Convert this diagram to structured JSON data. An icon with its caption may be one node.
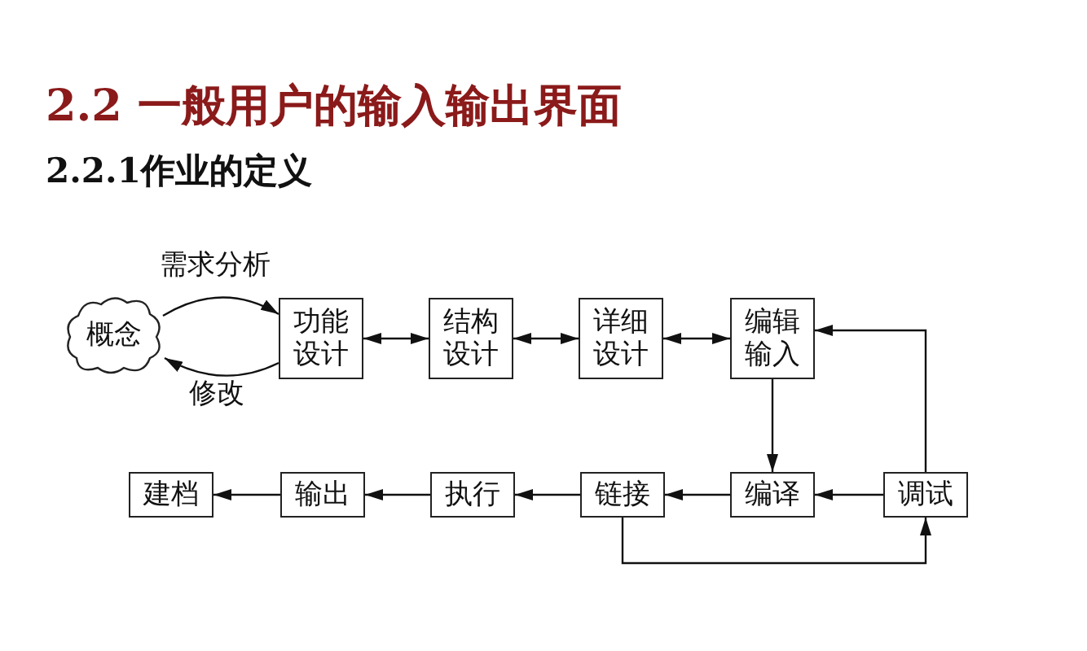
{
  "diagram": {
    "title": "2.2 一般用户的输入输出界面",
    "nodes": [
      {
        "text": [
          "概念"
        ]
      },
      {
        "text": [
          "功能设计"
        ]
      },
      {
        "text": [
          "结构设计"
        ]
      },
      {
        "text": [
          "详细设计"
        ]
      },
      {
        "text": [
          "编辑输入"
        ]
      },
      {
        "text": [
          "建档"
        ]
      },
      {
        "text": [
          "输出"
        ]
      },
      {
        "text": [
          "执行"
        ]
      },
      {
        "text": [
          "链接"
        ]
      },
      {
        "text": [
          "编译"
        ]
      },
      {
        "text": [
          "调试"
        ]
      }
    ],
    "edges": [
      {
        "from": 0,
        "to": 1,
        "arrow": "to",
        "label": "需求分析"
      },
      {
        "from": 1,
        "to": 0,
        "arrow": "to",
        "label": "修改"
      },
      {
        "from": 1,
        "to": 2,
        "arrow": "both"
      },
      {
        "from": 2,
        "to": 3,
        "arrow": "both"
      },
      {
        "from": 3,
        "to": 4,
        "arrow": "both"
      },
      {
        "from": 4,
        "to": 9,
        "arrow": "to"
      },
      {
        "from": 10,
        "to": 4,
        "arrow": "to"
      },
      {
        "from": 10,
        "to": 9,
        "arrow": "to"
      },
      {
        "from": 9,
        "to": 8,
        "arrow": "to"
      },
      {
        "from": 8,
        "to": 7,
        "arrow": "to"
      },
      {
        "from": 7,
        "to": 6,
        "arrow": "to"
      },
      {
        "from": 6,
        "to": 5,
        "arrow": "to"
      },
      {
        "from": 8,
        "to": 10,
        "arrow": "to"
      }
    ],
    "labels": [
      "2.2.1作业的定义"
    ]
  }
}
